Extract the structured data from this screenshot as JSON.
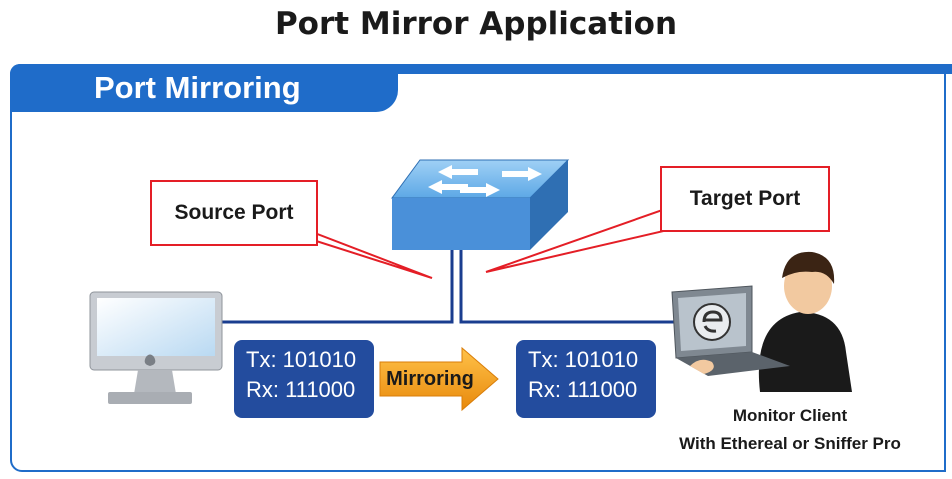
{
  "title": "Port Mirror Application",
  "header": "Port Mirroring",
  "callouts": {
    "source": "Source Port",
    "target": "Target Port"
  },
  "source_box": {
    "tx": "Tx: 101010",
    "rx": "Rx: 111000"
  },
  "target_box": {
    "tx": "Tx: 101010",
    "rx": "Rx: 111000"
  },
  "arrow_label": "Mirroring",
  "client": {
    "line1": "Monitor Client",
    "line2": "With Ethereal or Sniffer Pro"
  },
  "colors": {
    "frame": "#1f6cc9",
    "callout_border": "#e41e26",
    "data_box": "#234c9e",
    "arrow": "#f39c12",
    "switch": "#4a90d9"
  },
  "icons": [
    "switch-icon",
    "computer-icon",
    "monitor-client-icon"
  ]
}
